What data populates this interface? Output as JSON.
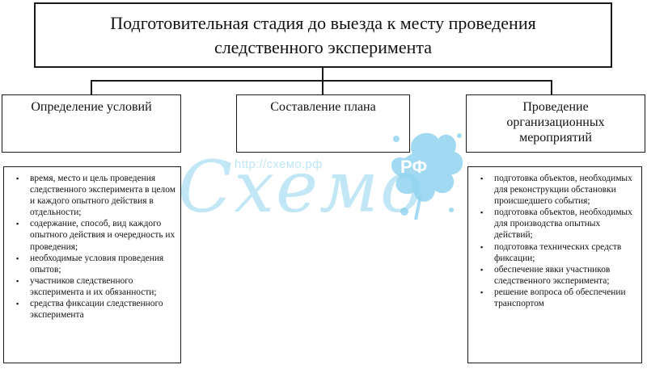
{
  "title": {
    "line1": "Подготовительная стадия до выезда к месту проведения",
    "line2": "следственного эксперимента"
  },
  "columns": [
    {
      "heading": [
        "Определение условий"
      ],
      "items": [
        "время, место и цель проведения следственного эксперимента в целом и каждого опытного действия в отдельности;",
        "содержание, способ, вид каждого опытного действия и очередность их проведения;",
        "необходимые условия проведения опытов;",
        "участников следственного эксперимента и их обязанности;",
        "средства фиксации следственного эксперимента"
      ]
    },
    {
      "heading": [
        "Составление плана"
      ],
      "items": []
    },
    {
      "heading": [
        "Проведение",
        "организационных",
        "мероприятий"
      ],
      "items": [
        "подготовка объектов, необходимых для реконструкции обстановки происшедшего события;",
        "подготовка объектов, необходимых для производства опытных действий;",
        "подготовка технических средств фиксации;",
        "обеспечение явки участников следственного эксперимента;",
        "решение вопроса об обеспечении транспортом"
      ]
    }
  ],
  "watermark": {
    "url": "http://схемо.рф",
    "word": "Схемо",
    "badge": "РФ",
    "color": "#8fd2ef"
  }
}
